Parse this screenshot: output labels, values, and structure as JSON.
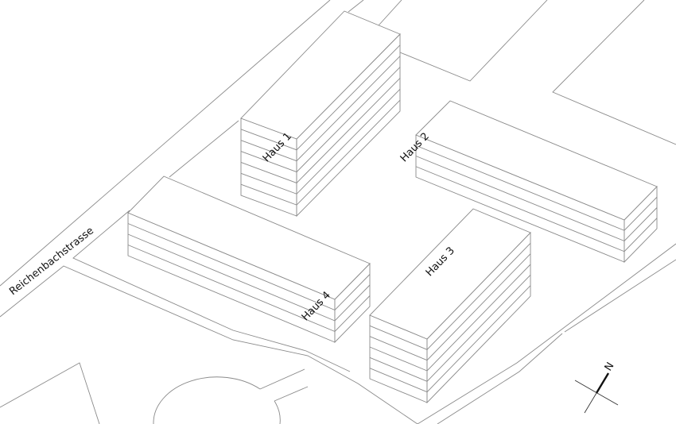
{
  "street": {
    "name": "Reichenbachstrasse"
  },
  "buildings": [
    {
      "label": "Haus 1",
      "floors": 7
    },
    {
      "label": "Haus 2",
      "floors": 4
    },
    {
      "label": "Haus 3",
      "floors": 6
    },
    {
      "label": "Haus 4",
      "floors": 4
    }
  ],
  "north_arrow": {
    "label": "N"
  },
  "colors": {
    "line": "#8a8a8a",
    "text": "#111111"
  }
}
